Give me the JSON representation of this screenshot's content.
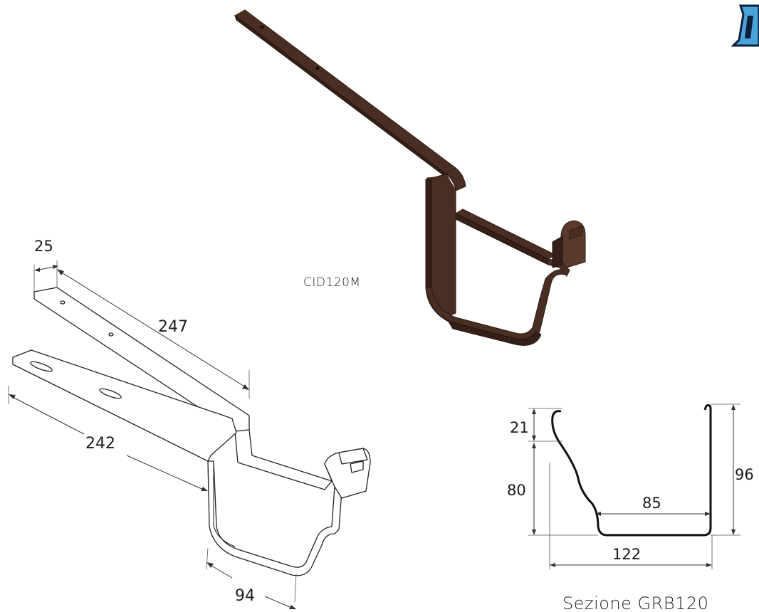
{
  "labels": {
    "product_code": "CID120M",
    "section_caption": "Sezione GRB120"
  },
  "bracket_dims": {
    "strap_width": "25",
    "upper_length": "247",
    "lower_length": "242",
    "base_width": "94"
  },
  "section_dims": {
    "lip_height": "21",
    "lower_height": "80",
    "total_height": "96",
    "inner_width": "85",
    "outer_width": "122"
  },
  "colors": {
    "bracket_fill": "#4a2e24",
    "logo_blue": "#4aa3d8"
  },
  "icons": {
    "logo": "brand-logo-fragment"
  }
}
